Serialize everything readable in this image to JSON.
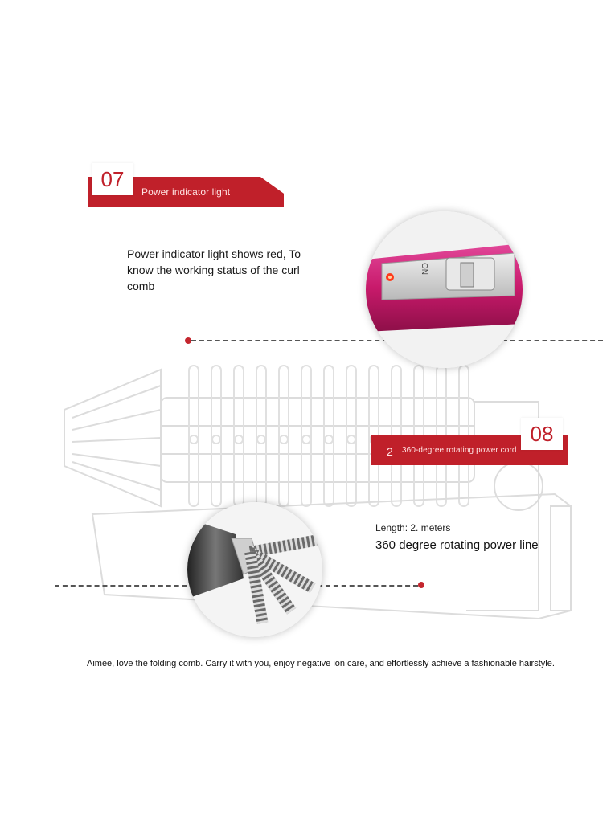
{
  "section_07": {
    "number": "07",
    "title": "Power indicator light",
    "description": "Power indicator light shows red, To know the working status of the curl comb",
    "switch_label": "ON"
  },
  "section_08": {
    "number": "08",
    "index_digit": "2",
    "title": "360-degree rotating power cord",
    "length_text": "Length: 2. meters",
    "headline": "360 degree rotating power line"
  },
  "footer": {
    "caption": "Aimee, love the folding comb. Carry it with you, enjoy negative ion care, and effortlessly achieve a fashionable hairstyle."
  },
  "colors": {
    "accent_red": "#c0202a",
    "product_pink": "#c81a6b",
    "outline_gray": "#d8d8d8"
  }
}
